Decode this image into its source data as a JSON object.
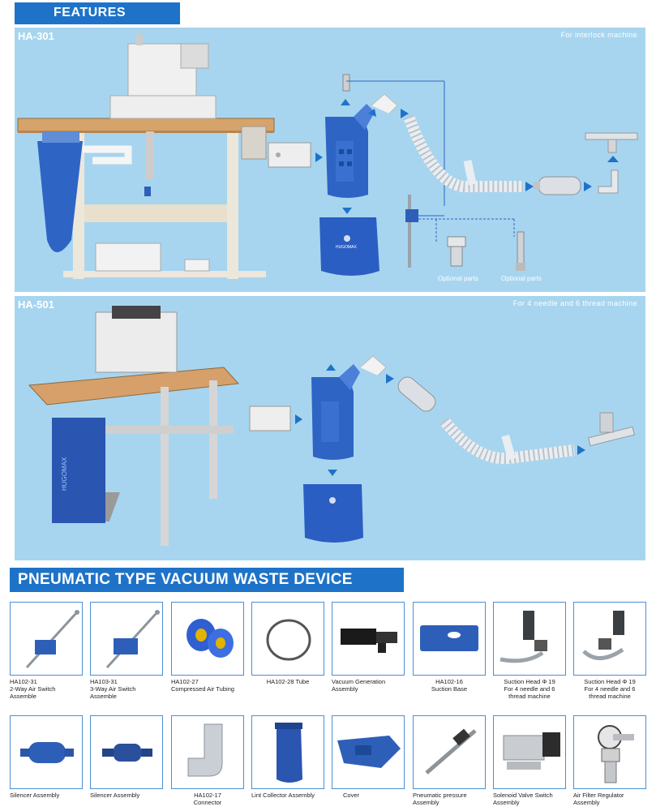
{
  "features_title": "FEATURES",
  "ha301": {
    "model": "HA-301",
    "note": "For interlock machine",
    "optional_parts": [
      "Optional parts",
      "Optional parts"
    ],
    "bag_brand": "HUGOMAX"
  },
  "ha501": {
    "model": "HA-501",
    "note": "For 4 needle and 6 thread machine",
    "bag_brand": "HUGOMAX"
  },
  "section_title": "PNEUMATIC TYPE VACUUM WASTE DEVICE",
  "parts_row1": [
    {
      "lines": [
        "HA102-31",
        "2-Way Air Switch Assemble"
      ],
      "icon": "air-switch-icon"
    },
    {
      "lines": [
        "HA103-31",
        "3-Way Air Switch Assemble"
      ],
      "icon": "air-switch-icon"
    },
    {
      "lines": [
        "HA102-27",
        "Compressed Air Tubing"
      ],
      "icon": "tape-roll-icon"
    },
    {
      "lines": [
        "HA102-28 Tube"
      ],
      "icon": "tube-ring-icon"
    },
    {
      "lines": [
        "Vacuum Generation Assembly"
      ],
      "icon": "vacuum-generator-icon"
    },
    {
      "lines": [
        "HA102-16",
        "Suction Base"
      ],
      "icon": "suction-base-icon"
    },
    {
      "lines": [
        "Suction Head Φ 19",
        "For 4 needle and 6",
        "thread machine"
      ],
      "icon": "suction-head-icon"
    },
    {
      "lines": [
        "Suction Head Φ 19",
        "For 4 needle and 6",
        "thread machine"
      ],
      "icon": "suction-head-icon"
    }
  ],
  "parts_row2": [
    {
      "lines": [
        "Silencer Assembly"
      ],
      "icon": "silencer-icon"
    },
    {
      "lines": [
        "Silencer Assembly"
      ],
      "icon": "silencer-icon"
    },
    {
      "lines": [
        "HA102-17",
        "Connector"
      ],
      "icon": "elbow-connector-icon"
    },
    {
      "lines": [
        "Lint Collector Assembly"
      ],
      "icon": "lint-bag-icon"
    },
    {
      "lines": [
        "Cover"
      ],
      "icon": "cover-icon"
    },
    {
      "lines": [
        "Pneumatic pressure Assembly"
      ],
      "icon": "pneumatic-cylinder-icon"
    },
    {
      "lines": [
        "Solenoid Valve Switch Assembly"
      ],
      "icon": "solenoid-valve-icon"
    },
    {
      "lines": [
        "Air Filter Regulator Assembly"
      ],
      "icon": "filter-regulator-icon"
    }
  ],
  "colors": {
    "banner_blue": "#1e73c8",
    "panel_blue": "#a7d5ef",
    "part_blue": "#2e5fb8",
    "tube_white": "#e9eef2"
  }
}
